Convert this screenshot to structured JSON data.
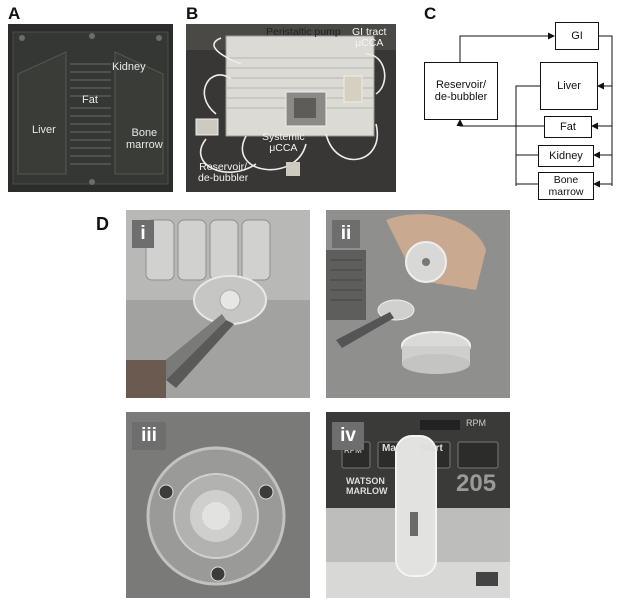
{
  "panels": {
    "a": {
      "label": "A",
      "organs": {
        "kidney": "Kidney",
        "fat": "Fat",
        "liver": "Liver",
        "bone_marrow": "Bone\nmarrow"
      }
    },
    "b": {
      "label": "B",
      "labels": {
        "pump": "Peristaltic pump",
        "gi_tract": "GI tract\nμCCA",
        "systemic": "Systemic\nμCCA",
        "reservoir": "Reservoir/\nde-bubbler"
      }
    },
    "c": {
      "label": "C",
      "boxes": {
        "gi": "GI",
        "reservoir": "Reservoir/\nde-bubbler",
        "liver": "Liver",
        "fat": "Fat",
        "kidney": "Kidney",
        "bone_marrow": "Bone\nmarrow"
      }
    },
    "d": {
      "label": "D",
      "subpanels": [
        "i",
        "ii",
        "iii",
        "iv"
      ],
      "pump_text": {
        "rpm": "RPM",
        "max": "Max",
        "start": "Start",
        "brand": "WATSON\nMARLOW",
        "model": "205"
      }
    }
  }
}
